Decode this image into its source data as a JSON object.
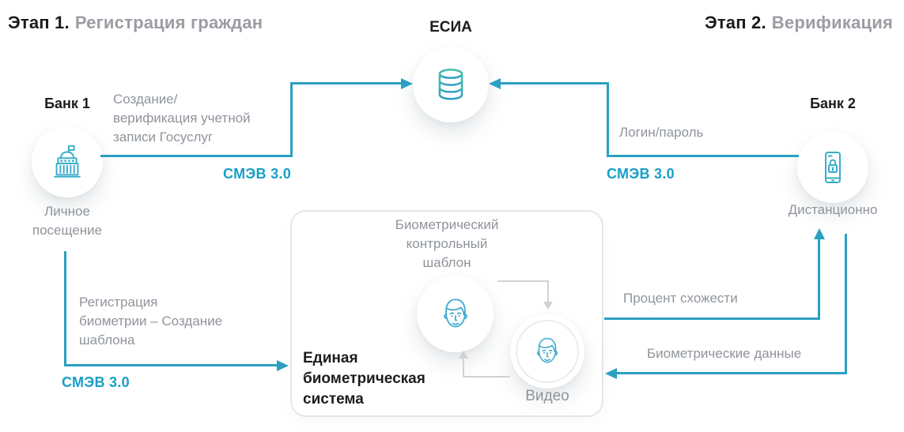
{
  "colors": {
    "teal_line": "#2aa0c2",
    "teal_text": "#189fc6",
    "gray_text": "#8f949b",
    "black_text": "#1c1c1e",
    "arrow_gray": "#d2d2d2",
    "icon_teal": "#38adc9",
    "db_gradient_top": "#43c0a5",
    "db_gradient_bottom": "#2d9cc7"
  },
  "header": {
    "stage1_prefix": "Этап 1.",
    "stage1_title": "Регистрация граждан",
    "stage2_prefix": "Этап 2.",
    "stage2_title": "Верификация"
  },
  "esia": {
    "title": "ЕСИА",
    "icon": "database-icon"
  },
  "bank1": {
    "title": "Банк 1",
    "icon": "government-building-icon",
    "visit_label": "Личное\nпосещение",
    "to_esia_label": "Создание/\nверификация учетной\nзаписи Госуслуг",
    "to_esia_protocol": "СМЭВ 3.0",
    "to_ebs_label": "Регистрация\nбиометрии – Создание\nшаблона",
    "to_ebs_protocol": "СМЭВ 3.0"
  },
  "bank2": {
    "title": "Банк 2",
    "icon": "phone-lock-icon",
    "remote_label": "Дистанционно",
    "to_esia_label": "Логин/пароль",
    "to_esia_protocol": "СМЭВ 3.0",
    "similarity_label": "Процент схожести",
    "biometric_label": "Биометрические данные"
  },
  "ebs": {
    "title": "Единая\nбиометрическая\nсистема",
    "template_label": "Биометрический\nконтрольный\nшаблон",
    "template_icon": "face-icon",
    "video_label": "Видео",
    "video_icon": "face-icon"
  }
}
